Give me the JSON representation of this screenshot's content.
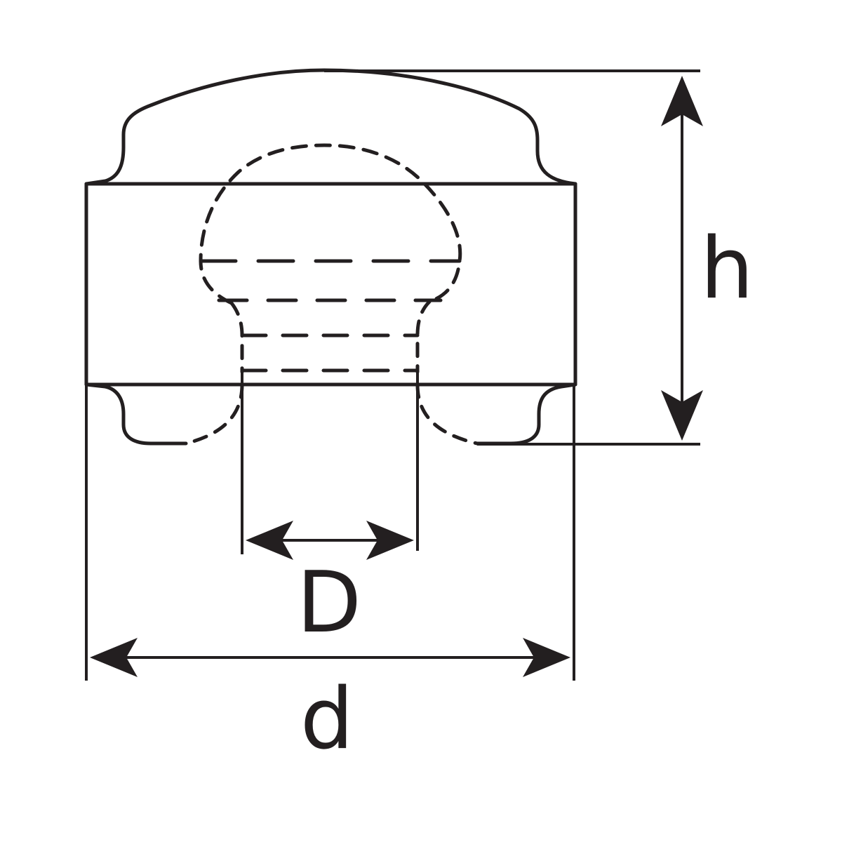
{
  "diagram": {
    "dimensions": {
      "height_label": "h",
      "inner_diameter_label": "D",
      "outer_diameter_label": "d"
    }
  }
}
